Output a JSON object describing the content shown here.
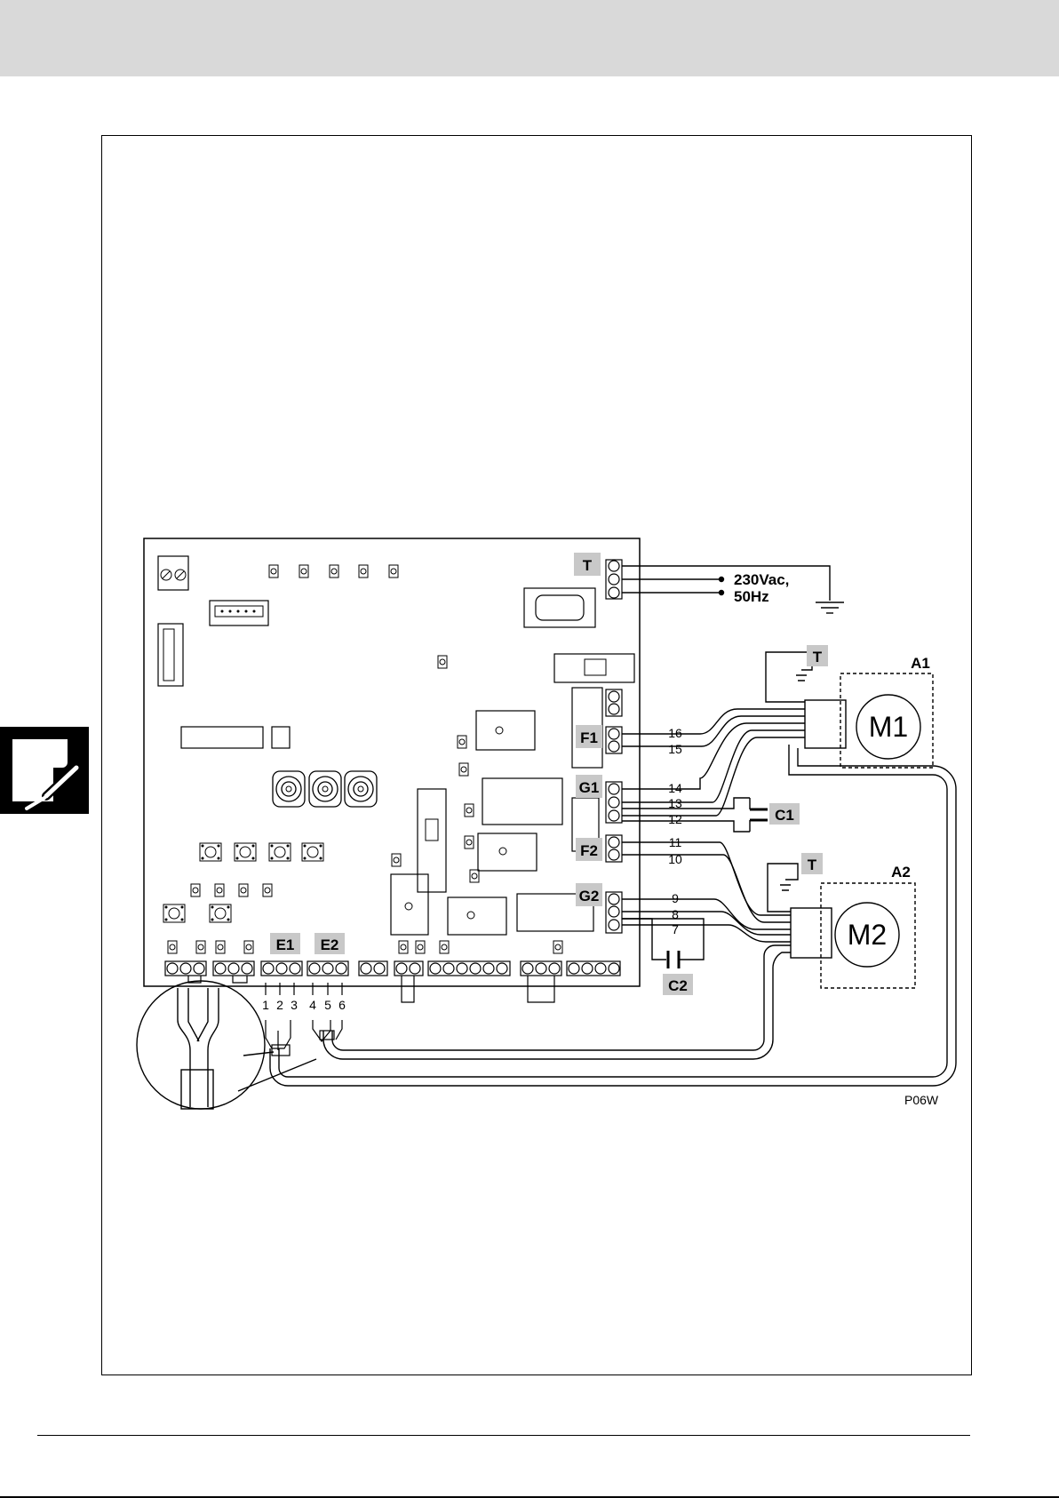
{
  "labels": {
    "t_main": "T",
    "t_a1": "T",
    "t_a2": "T",
    "f1": "F1",
    "f2": "F2",
    "g1": "G1",
    "g2": "G2",
    "e1": "E1",
    "e2": "E2",
    "c1": "C1",
    "c2": "C2",
    "a1": "A1",
    "a2": "A2",
    "m1": "M1",
    "m2": "M2",
    "power_line1": "230Vac,",
    "power_line2": "50Hz",
    "ref": "P06W"
  },
  "terminals": {
    "n16": "16",
    "n15": "15",
    "n14": "14",
    "n13": "13",
    "n12": "12",
    "n11": "11",
    "n10": "10",
    "n9": "9",
    "n8": "8",
    "n7": "7",
    "n1": "1",
    "n2": "2",
    "n3": "3",
    "n4": "4",
    "n5": "5",
    "n6": "6"
  },
  "colors": {
    "label_fill": "#c8c8c8",
    "ink": "#000000",
    "band": "#d9d9d9"
  }
}
